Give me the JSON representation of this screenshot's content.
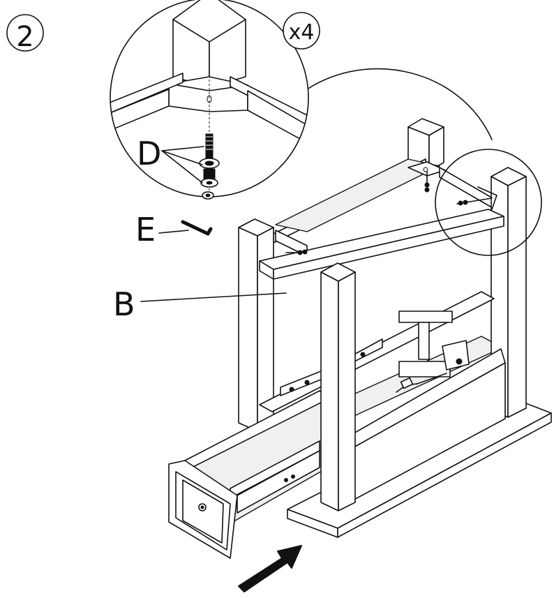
{
  "step": {
    "number": "2",
    "multiplier": "x4"
  },
  "labels": {
    "bolt": "D",
    "wrench": "E",
    "rail": "B"
  },
  "icons": {
    "step_badge": "circled-number",
    "direction": "insert-arrow"
  }
}
